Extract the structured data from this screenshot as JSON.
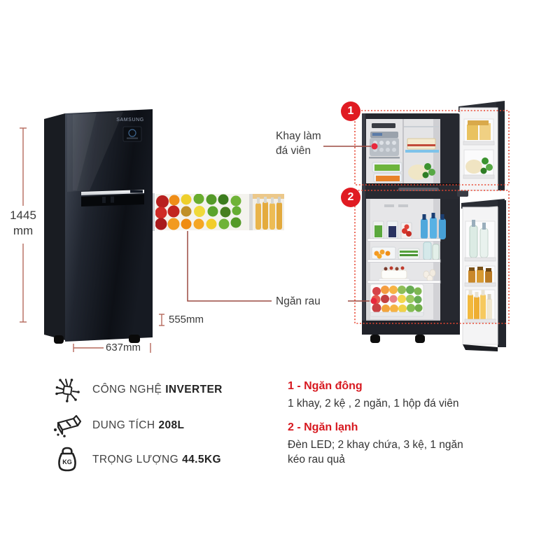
{
  "brand": "SAMSUNG",
  "dims": {
    "height_value": "1445",
    "height_unit": "mm",
    "depth": "555mm",
    "width": "637mm"
  },
  "callouts": {
    "ice_tray": {
      "line1": "Khay làm",
      "line2": "đá viên"
    },
    "veg": {
      "label": "Ngăn rau"
    }
  },
  "markers": {
    "freezer": "1",
    "fridge": "2"
  },
  "features": [
    {
      "icon": "inverter-circuit-icon",
      "label": "CÔNG NGHỆ",
      "value": "INVERTER"
    },
    {
      "icon": "capacity-box-icon",
      "label": "DUNG TÍCH",
      "value": "208L"
    },
    {
      "icon": "weight-kg-icon",
      "label": "TRỌNG LƯỢNG",
      "value": "44.5KG"
    }
  ],
  "legend": [
    {
      "title": "1 - Ngăn đông",
      "desc": "1 khay, 2 kệ , 2 ngăn, 1 hộp đá viên"
    },
    {
      "title": "2 - Ngăn lạnh",
      "desc": "Đèn LED; 2 khay chứa, 3 kệ, 1 ngăn kéo rau quả"
    }
  ],
  "colors": {
    "accent_red": "#e01b22",
    "dashed_red": "#e84632",
    "connector_red": "#9c4a40",
    "dim_line": "#b5695c"
  }
}
